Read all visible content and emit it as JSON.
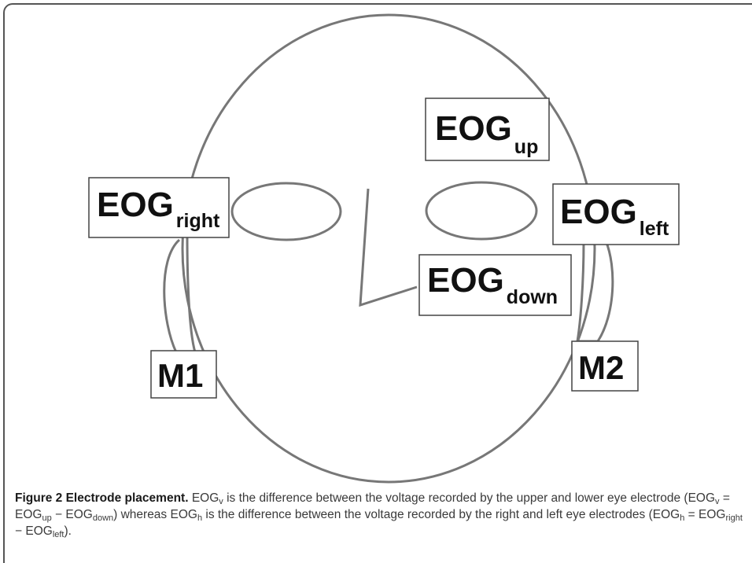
{
  "labels": {
    "eog_up": {
      "main": "EOG",
      "sub": "up"
    },
    "eog_right": {
      "main": "EOG",
      "sub": "right"
    },
    "eog_left": {
      "main": "EOG",
      "sub": "left"
    },
    "eog_down": {
      "main": "EOG",
      "sub": "down"
    },
    "m1": "M1",
    "m2": "M2"
  },
  "caption": {
    "bold": "Figure 2 Electrode placement.",
    "t1": " EOG",
    "s1": "v",
    "t2": " is the difference between the voltage recorded by the upper and lower eye electrode (EOG",
    "s2": "v",
    "t3": " = EOG",
    "s3": "up",
    "t4": " − EOG",
    "s4": "down",
    "t5": ") whereas EOG",
    "s5": "h",
    "t6": " is the difference between the voltage recorded by the right and left eye electrodes (EOG",
    "s6": "h",
    "t7": " = EOG",
    "s7": "right",
    "t8": " − EOG",
    "s8": "left",
    "t9": ")."
  },
  "colors": {
    "stroke": "#777777",
    "box_border": "#444444",
    "text": "#111111"
  }
}
